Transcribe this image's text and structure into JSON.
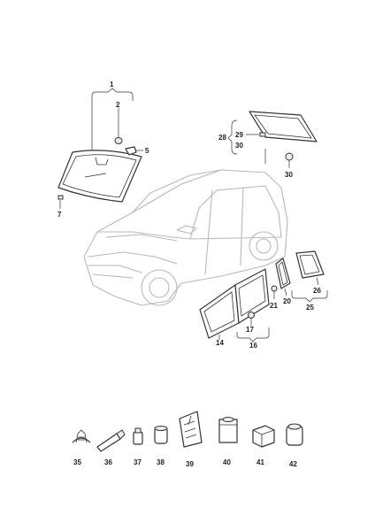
{
  "callouts": {
    "c1": "1",
    "c2": "2",
    "c5": "5",
    "c7": "7",
    "c28": "28",
    "c29": "29",
    "c30a": "30",
    "c30b": "30",
    "c14": "14",
    "c16": "16",
    "c17": "17",
    "c20": "20",
    "c21": "21",
    "c25": "25",
    "c26": "26",
    "c35": "35",
    "c36": "36",
    "c37": "37",
    "c38": "38",
    "c39": "39",
    "c40": "40",
    "c41": "41",
    "c42": "42"
  },
  "colors": {
    "line": "#333333",
    "car": "#b8b8b8",
    "fill": "#ffffff"
  }
}
